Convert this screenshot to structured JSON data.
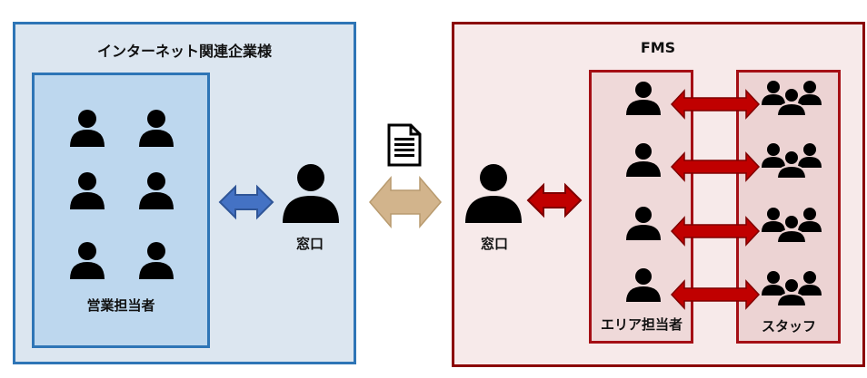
{
  "left_group": {
    "title": "インターネット関連企業様",
    "sales_label": "営業担当者",
    "window_label": "窓口"
  },
  "right_group": {
    "title": "FMS",
    "window_label": "窓口",
    "area_label": "エリア担当者",
    "staff_label": "スタッフ"
  },
  "colors": {
    "left_border": "#2e75b6",
    "right_border": "#8b0000",
    "blue_arrow": "#4472c4",
    "tan_arrow": "#d2b48c",
    "red_arrow": "#c00000"
  }
}
